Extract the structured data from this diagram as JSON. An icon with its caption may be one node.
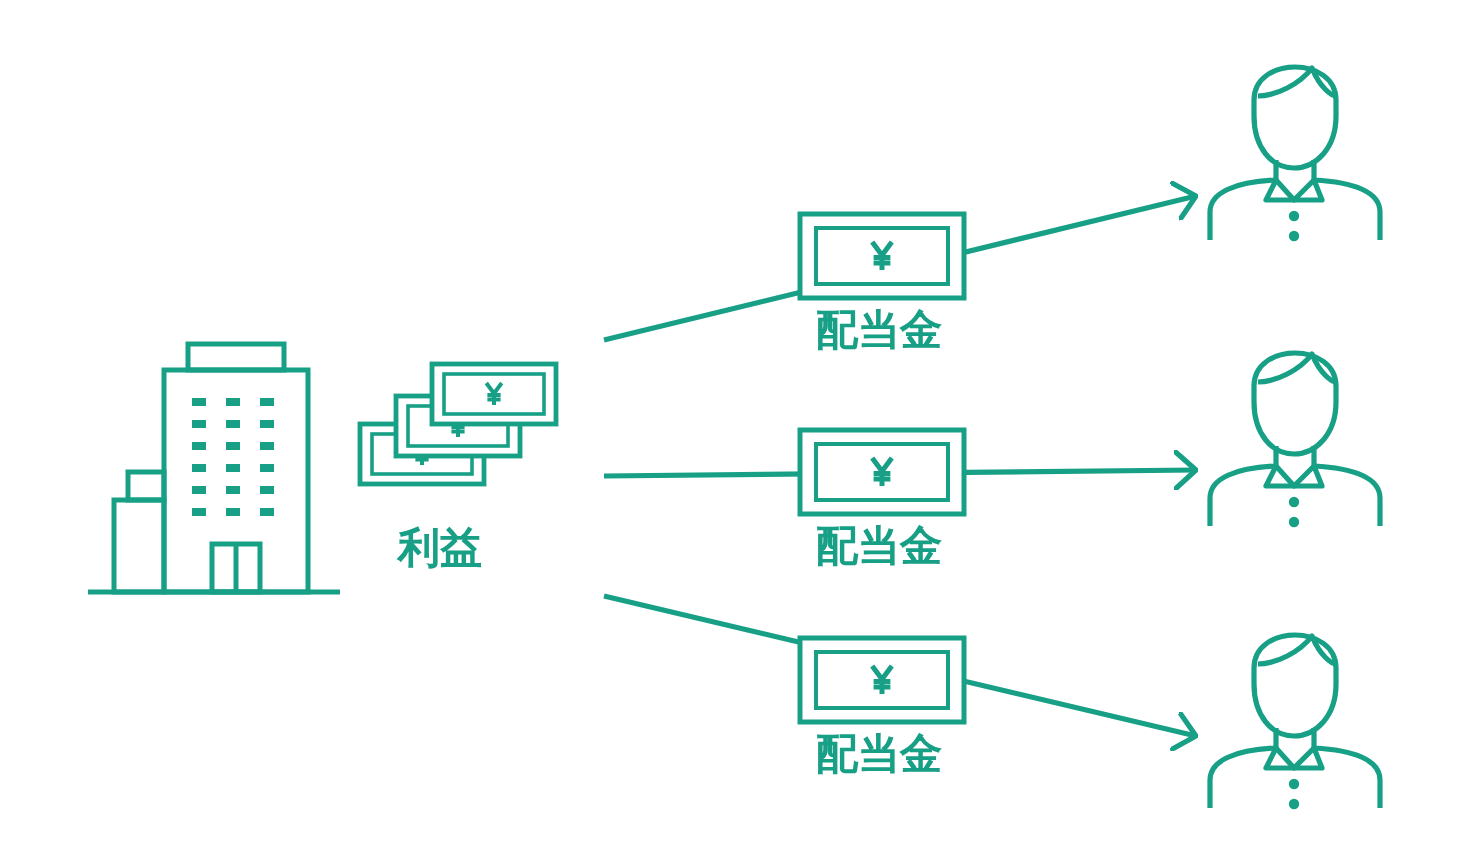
{
  "diagram": {
    "nodes": [
      {
        "text": [
          "利益"
        ]
      },
      {
        "text": [],
        "shape": "person"
      },
      {
        "text": [],
        "shape": "person"
      },
      {
        "text": [],
        "shape": "person"
      }
    ],
    "edges": [
      {
        "from": 0,
        "to": 1,
        "arrow": "to",
        "label": "配当金"
      },
      {
        "from": 0,
        "to": 2,
        "arrow": "to",
        "label": "配当金"
      },
      {
        "from": 0,
        "to": 3,
        "arrow": "to",
        "label": "配当金"
      }
    ]
  }
}
